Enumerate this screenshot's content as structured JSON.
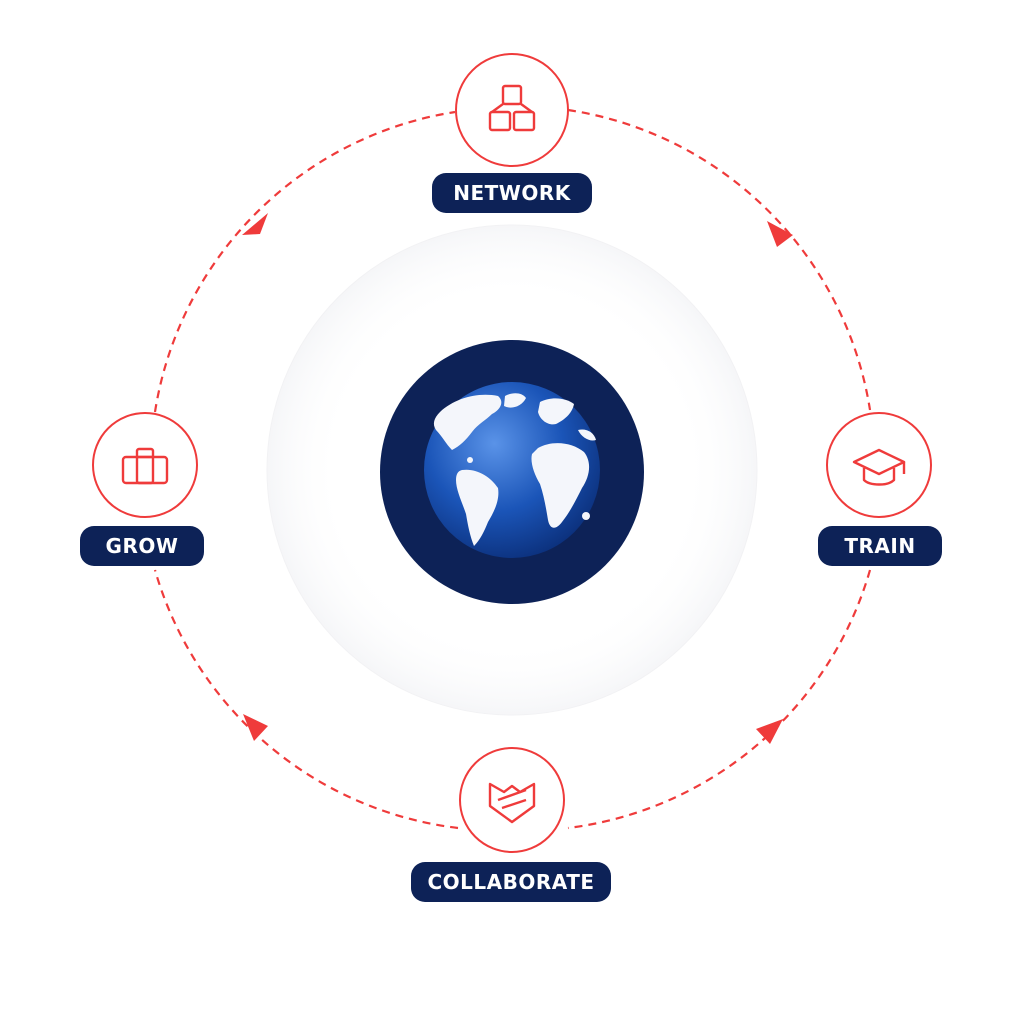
{
  "diagram": {
    "nodes": [
      {
        "id": "network",
        "label": "NETWORK",
        "icon": "building-blocks-icon"
      },
      {
        "id": "train",
        "label": "TRAIN",
        "icon": "graduation-cap-icon"
      },
      {
        "id": "collaborate",
        "label": "COLLABORATE",
        "icon": "handshake-icon"
      },
      {
        "id": "grow",
        "label": "GROW",
        "icon": "briefcase-icon"
      }
    ],
    "center_icon": "globe-icon",
    "cycle_direction": "clockwise",
    "colors": {
      "accent": "#ef3b3b",
      "navy": "#0d2257",
      "globe_blue": "#1b55b8",
      "land": "#f4f6fb"
    }
  }
}
